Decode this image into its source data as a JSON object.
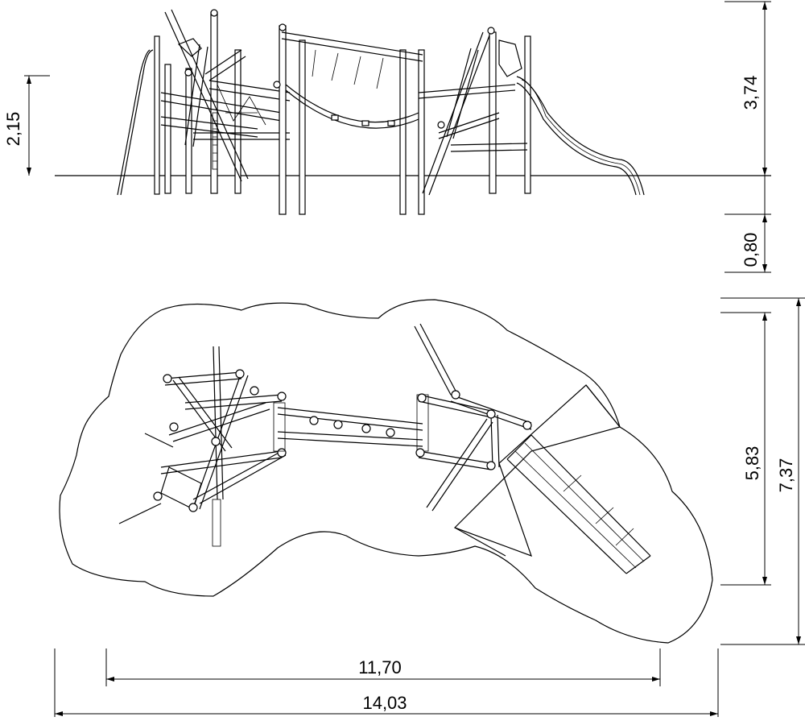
{
  "title": "",
  "elevation": {
    "dimensions": {
      "platform_height": "2,15",
      "total_height": "3,74",
      "foundation_depth": "0,80"
    }
  },
  "plan": {
    "dimensions": {
      "equipment_width": "5,83",
      "safety_area_width": "7,37",
      "equipment_length": "11,70",
      "safety_area_length": "14,03"
    }
  }
}
